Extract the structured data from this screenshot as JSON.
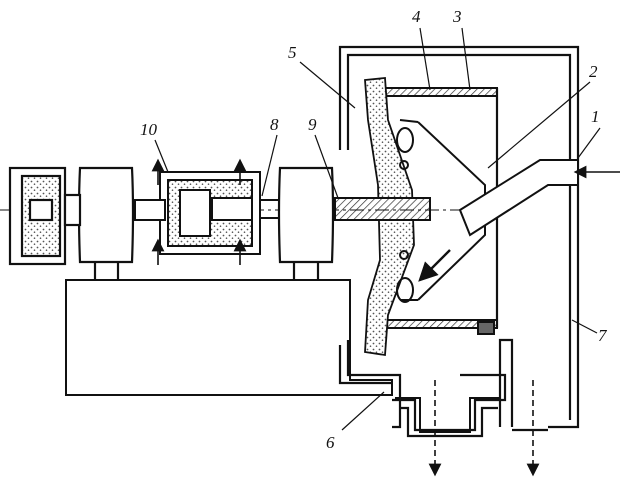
{
  "labels": {
    "l1": "1",
    "l2": "2",
    "l3": "3",
    "l4": "4",
    "l5": "5",
    "l6": "6",
    "l7": "7",
    "l8": "8",
    "l9": "9",
    "l10": "10"
  },
  "colors": {
    "ink": "#111111",
    "hatch": "#9a9a9a",
    "paper": "#ffffff"
  }
}
